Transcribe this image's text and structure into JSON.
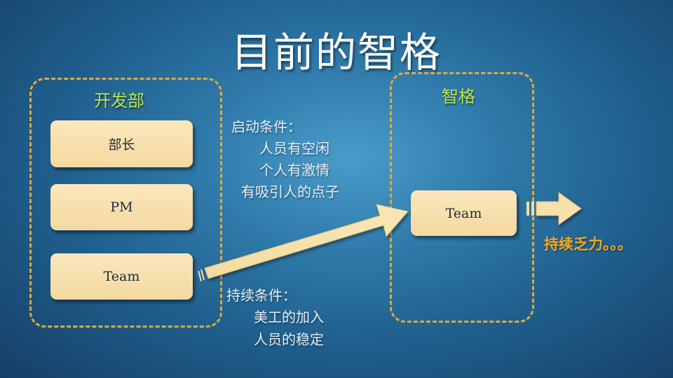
{
  "title": "目前的智格",
  "left_group": {
    "label": "开发部",
    "cards": [
      "部长",
      "PM",
      "Team"
    ]
  },
  "right_group": {
    "label": "智格",
    "card": "Team"
  },
  "start_conditions": {
    "heading": "启动条件：",
    "items": [
      "人员有空闲",
      "个人有激情",
      "有吸引人的点子"
    ]
  },
  "sustain_conditions": {
    "heading": "持续条件：",
    "items": [
      "美工的加入",
      "人员的稳定"
    ]
  },
  "outcome": "持续乏力。。。",
  "colors": {
    "dash_border": "#e0a93a",
    "card_fill": "#f7dfa9",
    "group_label": "#b8e34a",
    "outcome_text": "#f5a623"
  }
}
